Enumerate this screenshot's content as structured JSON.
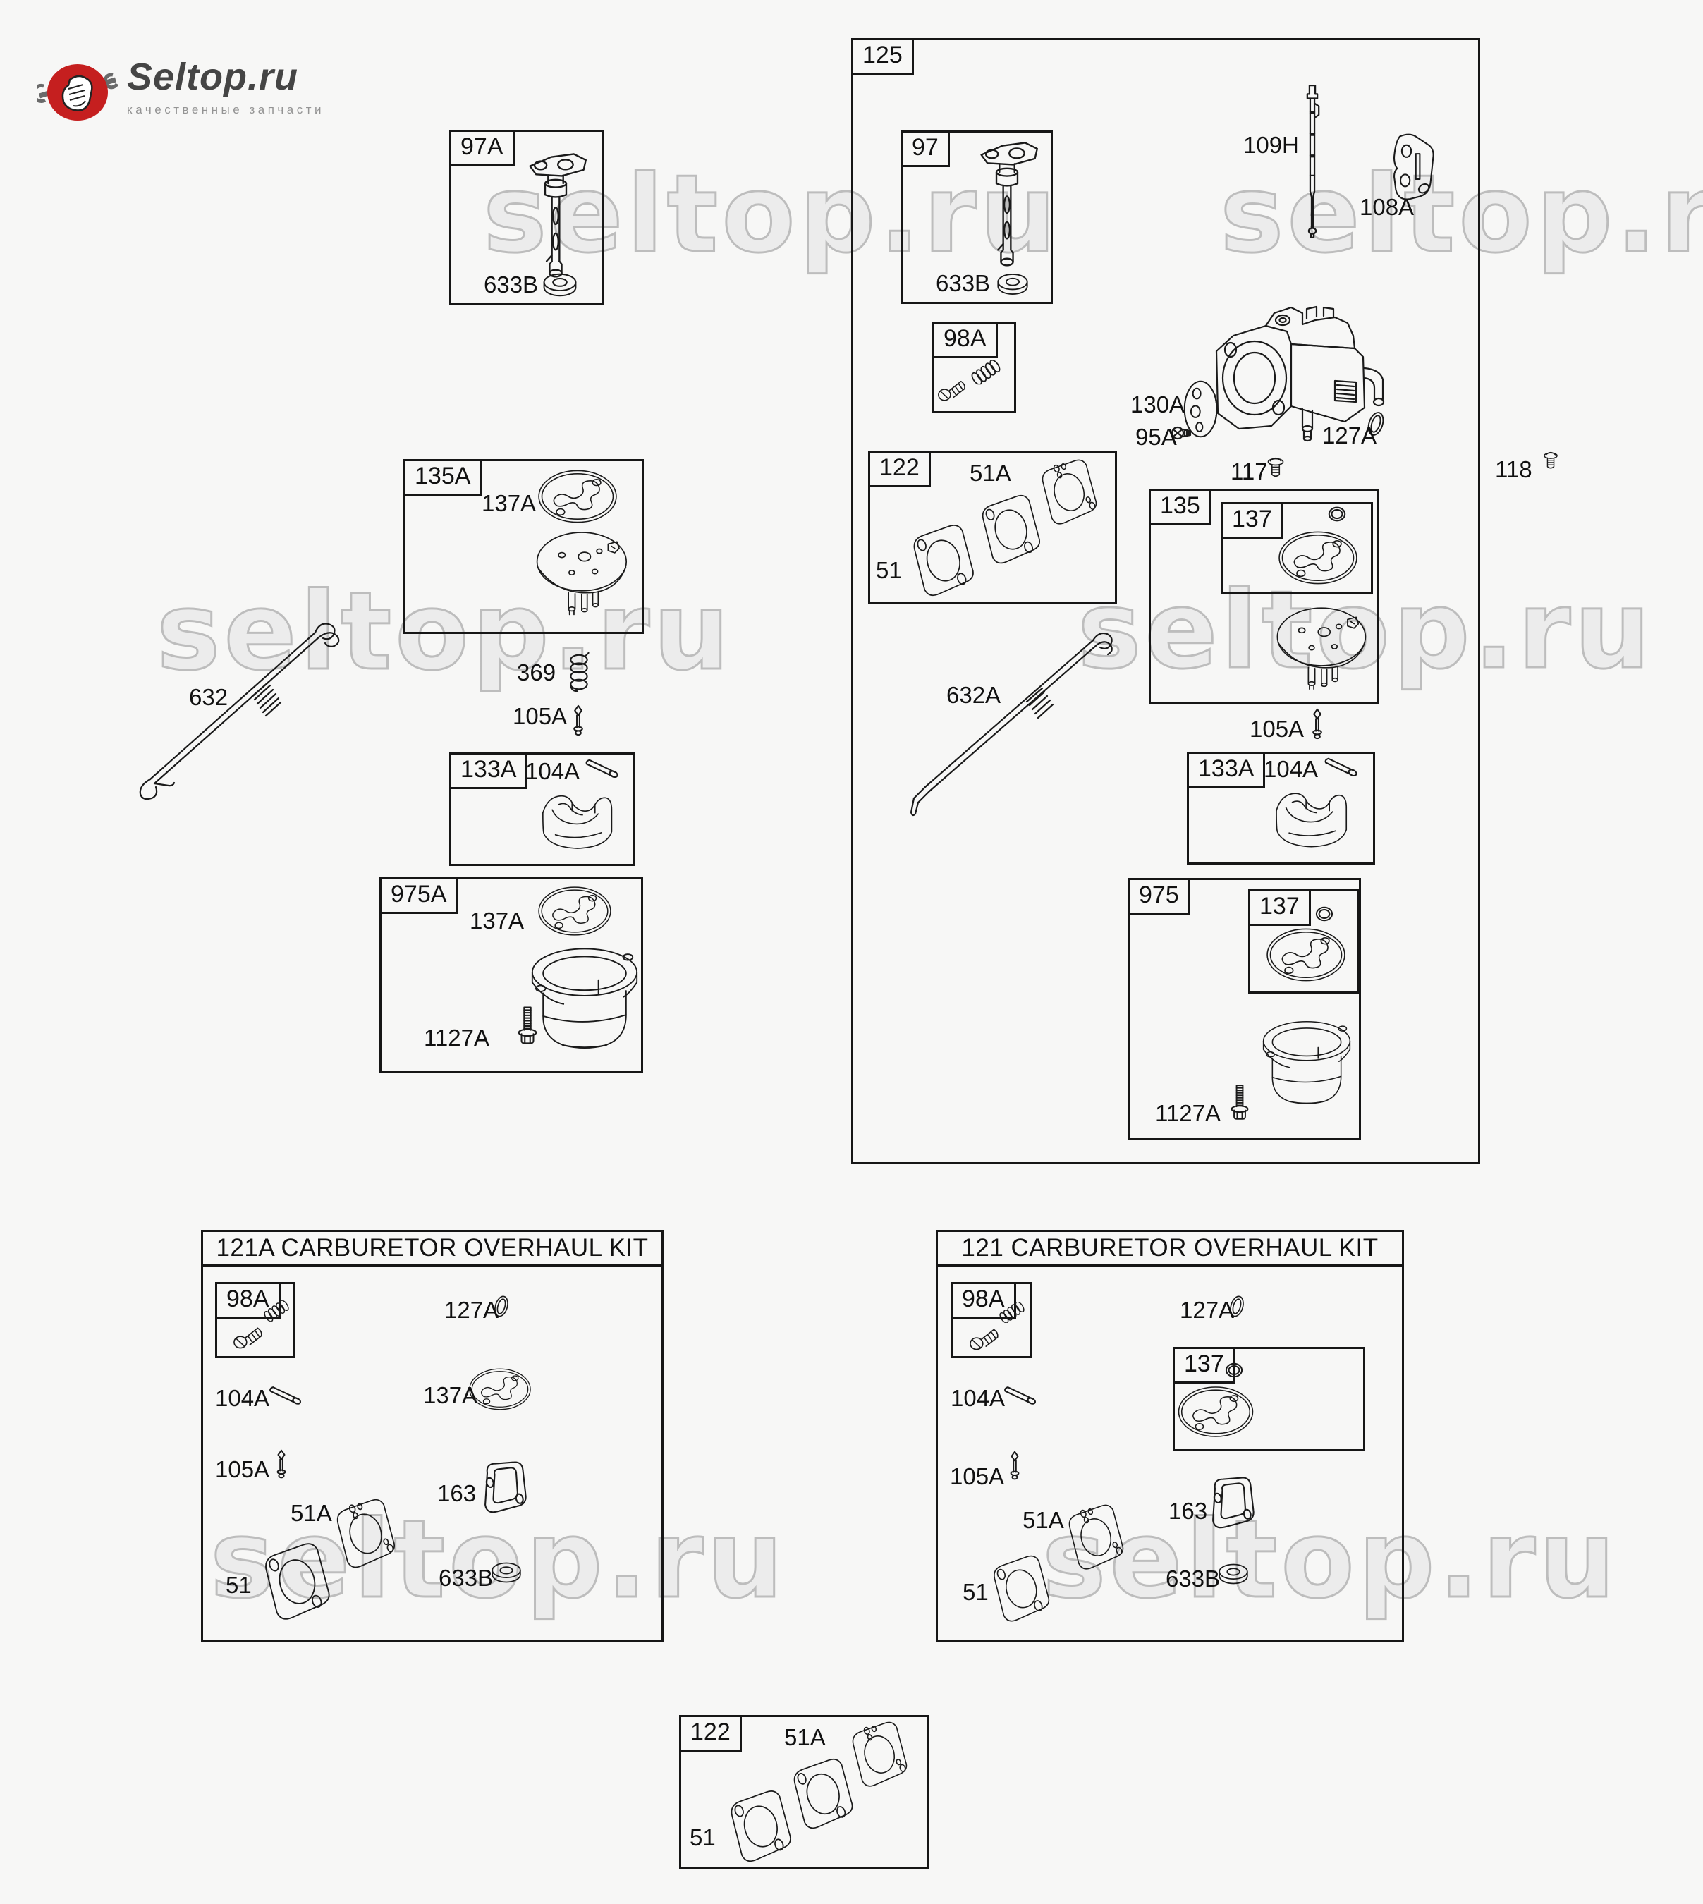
{
  "logo": {
    "title": "Seltop.ru",
    "subtitle": "качественные запчасти"
  },
  "watermark": {
    "text": "seltop.ru"
  },
  "kits": {
    "left_title": "121A CARBURETOR OVERHAUL KIT",
    "right_title": "121 CARBURETOR OVERHAUL KIT"
  },
  "labels": {
    "97A": "97A",
    "97": "97",
    "125": "125",
    "122": "122",
    "135": "135",
    "135A": "135A",
    "137": "137",
    "137A": "137A",
    "133A": "133A",
    "975": "975",
    "975A": "975A",
    "98A": "98A",
    "633B": "633B",
    "109H": "109H",
    "108A": "108A",
    "130A": "130A",
    "95A": "95A",
    "127A": "127A",
    "117": "117",
    "118": "118",
    "51A": "51A",
    "51": "51",
    "369": "369",
    "105A": "105A",
    "104A": "104A",
    "1127A": "1127A",
    "632": "632",
    "632A": "632A",
    "163": "163"
  }
}
